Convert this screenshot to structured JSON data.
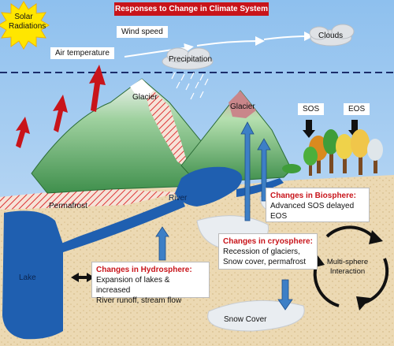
{
  "title": "Responses to Change in Climate System",
  "sky": {
    "sun_label": "Solar Radiations",
    "wind_speed": "Wind speed",
    "air_temperature": "Air temperature",
    "precipitation": "Precipitation",
    "clouds": "Clouds"
  },
  "terrain": {
    "glacier_left": "Glacier",
    "glacier_right": "Glacier",
    "permafrost": "Permafrost",
    "river": "River",
    "lake": "Lake",
    "snow_cover": "Snow Cover",
    "sos": "SOS",
    "eos": "EOS"
  },
  "boxes": {
    "biosphere": {
      "heading": "Changes in Biosphere:",
      "line1": "Advanced SOS delayed",
      "line2": "EOS"
    },
    "cryosphere": {
      "heading": "Changes in cryosphere:",
      "line1": "Recession of glaciers,",
      "line2": "Snow cover, permafrost"
    },
    "hydrosphere": {
      "heading": "Changes in Hydrosphere:",
      "line1": "Expansion of lakes & increased",
      "line2": "River runoff, stream flow"
    }
  },
  "multisphere": "Multi-sphere Interaction",
  "colors": {
    "sky": "#a9cdf0",
    "ground": "#ecd9b3",
    "mountain_green": "#4e9e5a",
    "water": "#1f5fb0",
    "title_red": "#c8141a"
  }
}
